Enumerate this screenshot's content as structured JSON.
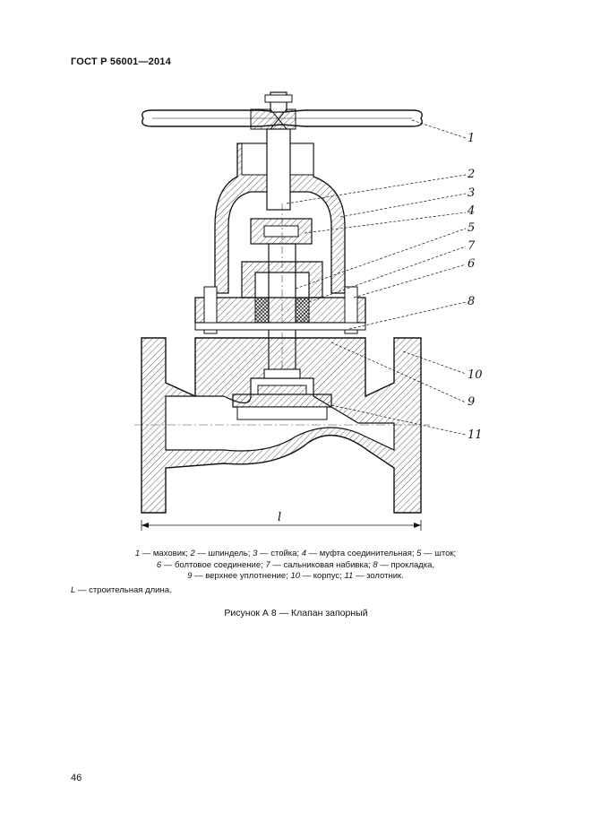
{
  "header": {
    "standard": "ГОСТ Р 56001—2014"
  },
  "figure": {
    "callouts": [
      "1",
      "2",
      "3",
      "4",
      "5",
      "7",
      "6",
      "8",
      "10",
      "9",
      "11"
    ],
    "dimension_label": "l",
    "legend": {
      "line1": [
        {
          "n": "1",
          "t": " — маховик; "
        },
        {
          "n": "2",
          "t": " — шпиндель; "
        },
        {
          "n": "3",
          "t": " — стойка; "
        },
        {
          "n": "4",
          "t": " — муфта соединительная; "
        },
        {
          "n": "5",
          "t": " — шток;"
        }
      ],
      "line2": [
        {
          "n": "6",
          "t": " — болтовое соединение; "
        },
        {
          "n": "7",
          "t": " — сальниковая набивка; "
        },
        {
          "n": "8",
          "t": " — прокладка,"
        }
      ],
      "line3": [
        {
          "n": "9",
          "t": " — верхнее уплотнение; "
        },
        {
          "n": "10",
          "t": " — корпус; "
        },
        {
          "n": "11",
          "t": " — золотник."
        }
      ]
    },
    "note": {
      "n": "L",
      "t": " — строительная длина."
    },
    "caption": "Рисунок А 8 — Клапан запорный"
  },
  "page_number": "46"
}
